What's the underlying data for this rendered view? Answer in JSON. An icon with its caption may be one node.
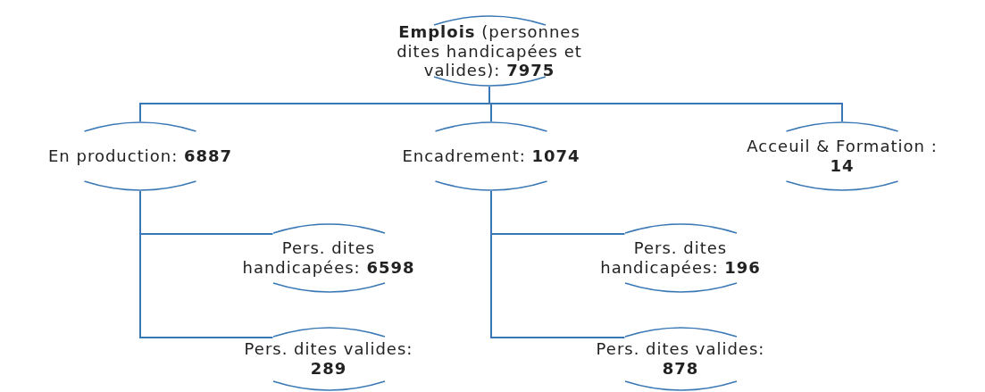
{
  "diagram": {
    "nodes": [
      {
        "text": [
          "**Emplois** (personnes dites handicapées et valides): **7975**"
        ]
      },
      {
        "text": [
          "En production: **6887**"
        ]
      },
      {
        "text": [
          "Encadrement: **1074**"
        ]
      },
      {
        "text": [
          "Acceuil & Formation : **14**"
        ]
      },
      {
        "text": [
          "Pers. dites handicapées: **6598**"
        ]
      },
      {
        "text": [
          "Pers. dites valides: **289**"
        ]
      },
      {
        "text": [
          "Pers. dites handicapées: **196**"
        ]
      },
      {
        "text": [
          "Pers. dites valides: **878**"
        ]
      }
    ],
    "edges": [
      {
        "from": 0,
        "to": 1,
        "arrow": "none"
      },
      {
        "from": 0,
        "to": 2,
        "arrow": "none"
      },
      {
        "from": 0,
        "to": 3,
        "arrow": "none"
      },
      {
        "from": 1,
        "to": 4,
        "arrow": "none"
      },
      {
        "from": 1,
        "to": 5,
        "arrow": "none"
      },
      {
        "from": 2,
        "to": 6,
        "arrow": "none"
      },
      {
        "from": 2,
        "to": 7,
        "arrow": "none"
      }
    ]
  }
}
